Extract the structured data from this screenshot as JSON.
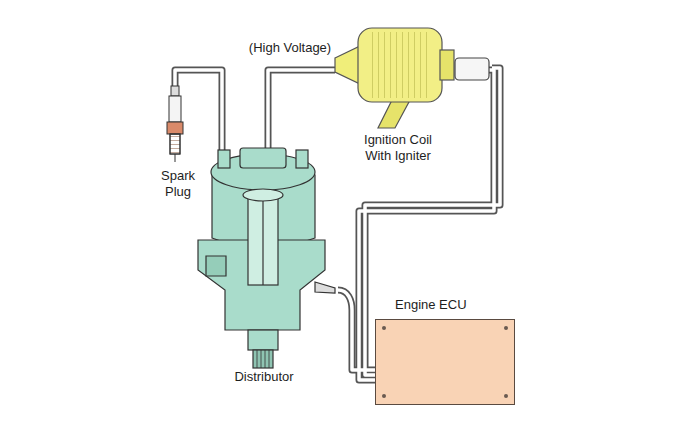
{
  "diagram": {
    "nodes": [
      {
        "text": [
          "Engine ECU"
        ]
      }
    ],
    "labels": [
      "(High Voltage)",
      "Spark Plug",
      "Ignition Coil With Igniter",
      "Distributor"
    ]
  }
}
